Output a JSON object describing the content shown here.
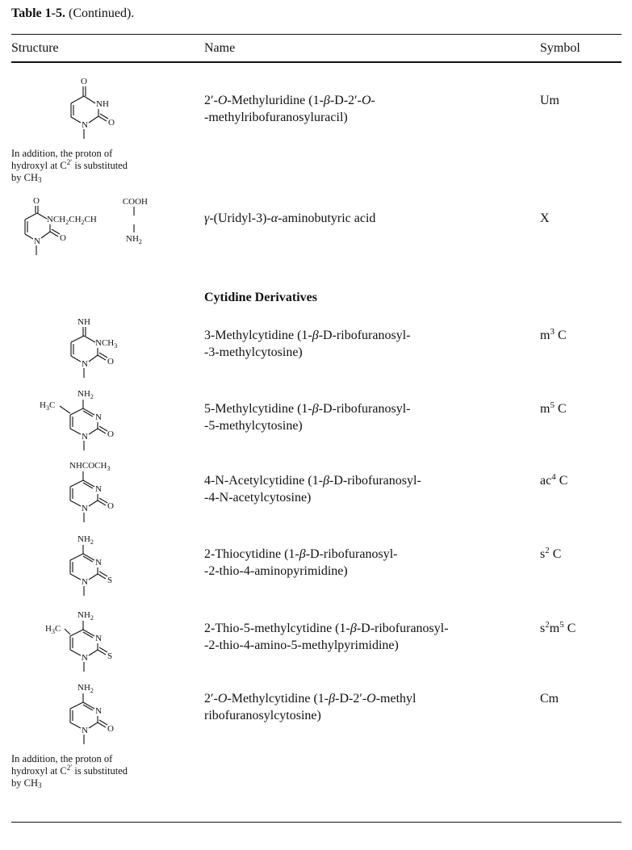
{
  "caption": {
    "label": "Table 1-5.",
    "text": " (Continued)."
  },
  "header": {
    "structure": "Structure",
    "name": "Name",
    "symbol": "Symbol"
  },
  "section_title": "Cytidine Derivatives",
  "notes": {
    "line1": "In addition, the proton of",
    "line2_a": "hydroxyl at C",
    "line2_sup": "2′",
    "line2_b": " is substituted",
    "line3_a": "by CH",
    "line3_sub": "3"
  },
  "atoms": {
    "O": "O",
    "NH": "NH",
    "N": "N",
    "NH_upper": "NH",
    "NCH3": "NCH",
    "CH3_sub": "3",
    "H3C": "H",
    "C": "C",
    "NH2": "NH",
    "sub2": "2",
    "NHCOCH3": "NHCOCH",
    "S": "S",
    "COOH": "COOH",
    "chain": "NCH",
    "chain2": "CH",
    "chainCH": "CH",
    "H": "H"
  },
  "rows": [
    {
      "name_l1_pre": "2′-",
      "name_l1_it": "O",
      "name_l1_post": "-Methyluridine (1-",
      "name_l1_beta": "β",
      "name_l1_sc": "-D-",
      "name_l1_end": "2′-",
      "name_l1_it2": "O",
      "name_l1_end2": "-",
      "name_l2": "-methylribofuranosyluracil)",
      "symbol_base": "Um",
      "symbol_sup": ""
    },
    {
      "name_l1_gamma": "γ",
      "name_l1_a": "-(Uridyl-3)-",
      "name_l1_alpha": "α",
      "name_l1_b": "-aminobutyric acid",
      "symbol_base": "X",
      "symbol_sup": ""
    },
    {
      "name_l1_a": "3-Methylcytidine (1-",
      "name_l1_beta": "β",
      "name_l1_b": "-D-ribofuranosyl-",
      "name_l2": "-3-methylcytosine)",
      "symbol_pre": "m",
      "symbol_sup": "3",
      "symbol_base": " C"
    },
    {
      "name_l1_a": "5-Methylcytidine (1-",
      "name_l1_beta": "β",
      "name_l1_b": "-D-ribofuranosyl-",
      "name_l2": "-5-methylcytosine)",
      "symbol_pre": "m",
      "symbol_sup": "5",
      "symbol_base": " C"
    },
    {
      "name_l1_a": "4-N-Acetylcytidine (1-",
      "name_l1_beta": "β",
      "name_l1_b": "-D-ribofuranosyl-",
      "name_l2": "-4-N-acetylcytosine)",
      "symbol_pre": "ac",
      "symbol_sup": "4",
      "symbol_base": " C"
    },
    {
      "name_l1_a": "2-Thiocytidine (1-",
      "name_l1_beta": "β",
      "name_l1_b": "-D-ribofuranosyl-",
      "name_l2": "-2-thio-4-aminopyrimidine)",
      "symbol_pre": "s",
      "symbol_sup": "2",
      "symbol_base": " C"
    },
    {
      "name_l1_a": "2-Thio-5-methylcytidine (1-",
      "name_l1_beta": "β",
      "name_l1_b": "-D-ribofuranosyl-",
      "name_l2": "-2-thio-4-amino-5-methylpyrimidine)",
      "symbol_pre": "s",
      "symbol_sup": "2",
      "symbol_mid": "m",
      "symbol_sup2": "5",
      "symbol_base": " C"
    },
    {
      "name_l1_pre": "2′-",
      "name_l1_it": "O",
      "name_l1_post": "-Methylcytidine (1-",
      "name_l1_beta": "β",
      "name_l1_sc": "-D-",
      "name_l1_end": "2′-",
      "name_l1_it2": "O",
      "name_l1_end2": "-methyl",
      "name_l2": "ribofuranosylcytosine)",
      "symbol_base": "Cm",
      "symbol_sup": ""
    }
  ]
}
